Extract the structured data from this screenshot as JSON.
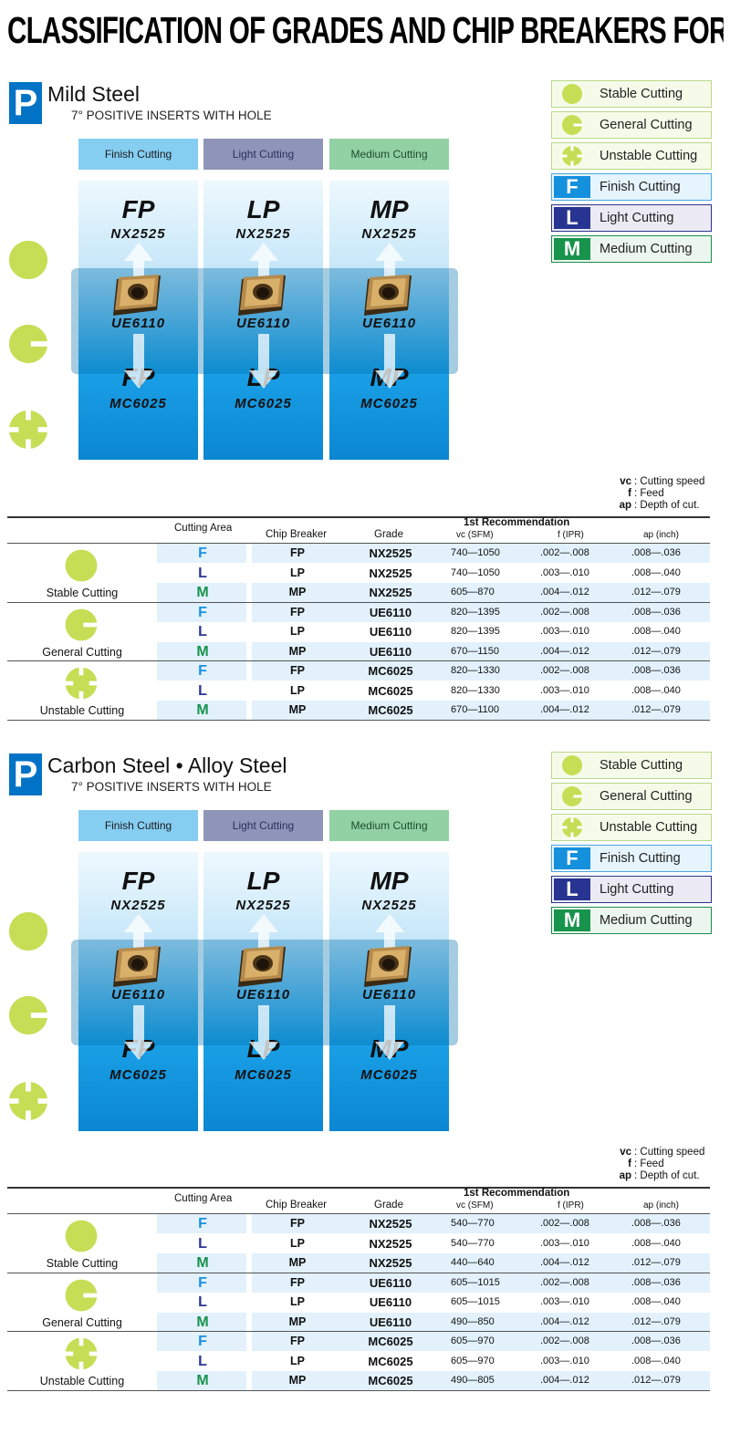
{
  "title": "CLASSIFICATION OF GRADES AND CHIP BREAKERS FOR TURNING",
  "legend": [
    {
      "type": "stable",
      "label": "Stable Cutting"
    },
    {
      "type": "general",
      "label": "General Cutting"
    },
    {
      "type": "unstable",
      "label": "Unstable Cutting"
    },
    {
      "type": "F",
      "letter": "F",
      "label": "Finish Cutting"
    },
    {
      "type": "L",
      "letter": "L",
      "label": "Light Cutting"
    },
    {
      "type": "M",
      "letter": "M",
      "label": "Medium Cutting"
    }
  ],
  "abbreviations": [
    {
      "key": "vc",
      "desc": ": Cutting speed"
    },
    {
      "key": "f",
      "desc": ": Feed"
    },
    {
      "key": "ap",
      "desc": ": Depth of cut."
    }
  ],
  "table_headers": {
    "cutting_area": "Cutting Area",
    "chip_breaker": "Chip Breaker",
    "grade": "Grade",
    "first_rec": "1st Recommendation",
    "vc": "vc (SFM)",
    "f": "f (IPR)",
    "ap": "ap (inch)"
  },
  "column_heads": [
    "Finish Cutting",
    "Light Cutting",
    "Medium Cutting"
  ],
  "sections": [
    {
      "badge": "P",
      "title": "Mild Steel",
      "subtitle": "7° POSITIVE INSERTS WITH HOLE",
      "diagram": {
        "top": [
          {
            "cb": "FP",
            "grade": "NX2525"
          },
          {
            "cb": "LP",
            "grade": "NX2525"
          },
          {
            "cb": "MP",
            "grade": "NX2525"
          }
        ],
        "mid": [
          {
            "cb": "FP",
            "grade": "UE6110"
          },
          {
            "cb": "LP",
            "grade": "UE6110"
          },
          {
            "cb": "MP",
            "grade": "UE6110"
          }
        ],
        "bot": [
          {
            "cb": "FP",
            "grade": "MC6025"
          },
          {
            "cb": "LP",
            "grade": "MC6025"
          },
          {
            "cb": "MP",
            "grade": "MC6025"
          }
        ]
      },
      "groups": [
        {
          "label": "Stable Cutting",
          "icon": "stable",
          "rows": [
            {
              "area": "F",
              "cb": "FP",
              "grade": "NX2525",
              "vc": "740—1050",
              "f": ".002—.008",
              "ap": ".008—.036"
            },
            {
              "area": "L",
              "cb": "LP",
              "grade": "NX2525",
              "vc": "740—1050",
              "f": ".003—.010",
              "ap": ".008—.040"
            },
            {
              "area": "M",
              "cb": "MP",
              "grade": "NX2525",
              "vc": "605—870",
              "f": ".004—.012",
              "ap": ".012—.079"
            }
          ]
        },
        {
          "label": "General Cutting",
          "icon": "general",
          "rows": [
            {
              "area": "F",
              "cb": "FP",
              "grade": "UE6110",
              "vc": "820—1395",
              "f": ".002—.008",
              "ap": ".008—.036"
            },
            {
              "area": "L",
              "cb": "LP",
              "grade": "UE6110",
              "vc": "820—1395",
              "f": ".003—.010",
              "ap": ".008—.040"
            },
            {
              "area": "M",
              "cb": "MP",
              "grade": "UE6110",
              "vc": "670—1150",
              "f": ".004—.012",
              "ap": ".012—.079"
            }
          ]
        },
        {
          "label": "Unstable Cutting",
          "icon": "unstable",
          "rows": [
            {
              "area": "F",
              "cb": "FP",
              "grade": "MC6025",
              "vc": "820—1330",
              "f": ".002—.008",
              "ap": ".008—.036"
            },
            {
              "area": "L",
              "cb": "LP",
              "grade": "MC6025",
              "vc": "820—1330",
              "f": ".003—.010",
              "ap": ".008—.040"
            },
            {
              "area": "M",
              "cb": "MP",
              "grade": "MC6025",
              "vc": "670—1100",
              "f": ".004—.012",
              "ap": ".012—.079"
            }
          ]
        }
      ]
    },
    {
      "badge": "P",
      "title": "Carbon Steel • Alloy Steel",
      "subtitle": "7° POSITIVE INSERTS WITH HOLE",
      "diagram": {
        "top": [
          {
            "cb": "FP",
            "grade": "NX2525"
          },
          {
            "cb": "LP",
            "grade": "NX2525"
          },
          {
            "cb": "MP",
            "grade": "NX2525"
          }
        ],
        "mid": [
          {
            "cb": "FP",
            "grade": "UE6110"
          },
          {
            "cb": "LP",
            "grade": "UE6110"
          },
          {
            "cb": "MP",
            "grade": "UE6110"
          }
        ],
        "bot": [
          {
            "cb": "FP",
            "grade": "MC6025"
          },
          {
            "cb": "LP",
            "grade": "MC6025"
          },
          {
            "cb": "MP",
            "grade": "MC6025"
          }
        ]
      },
      "groups": [
        {
          "label": "Stable Cutting",
          "icon": "stable",
          "rows": [
            {
              "area": "F",
              "cb": "FP",
              "grade": "NX2525",
              "vc": "540—770",
              "f": ".002—.008",
              "ap": ".008—.036"
            },
            {
              "area": "L",
              "cb": "LP",
              "grade": "NX2525",
              "vc": "540—770",
              "f": ".003—.010",
              "ap": ".008—.040"
            },
            {
              "area": "M",
              "cb": "MP",
              "grade": "NX2525",
              "vc": "440—640",
              "f": ".004—.012",
              "ap": ".012—.079"
            }
          ]
        },
        {
          "label": "General Cutting",
          "icon": "general",
          "rows": [
            {
              "area": "F",
              "cb": "FP",
              "grade": "UE6110",
              "vc": "605—1015",
              "f": ".002—.008",
              "ap": ".008—.036"
            },
            {
              "area": "L",
              "cb": "LP",
              "grade": "UE6110",
              "vc": "605—1015",
              "f": ".003—.010",
              "ap": ".008—.040"
            },
            {
              "area": "M",
              "cb": "MP",
              "grade": "UE6110",
              "vc": "490—850",
              "f": ".004—.012",
              "ap": ".012—.079"
            }
          ]
        },
        {
          "label": "Unstable Cutting",
          "icon": "unstable",
          "rows": [
            {
              "area": "F",
              "cb": "FP",
              "grade": "MC6025",
              "vc": "605—970",
              "f": ".002—.008",
              "ap": ".008—.036"
            },
            {
              "area": "L",
              "cb": "LP",
              "grade": "MC6025",
              "vc": "605—970",
              "f": ".003—.010",
              "ap": ".008—.040"
            },
            {
              "area": "M",
              "cb": "MP",
              "grade": "MC6025",
              "vc": "490—805",
              "f": ".004—.012",
              "ap": ".012—.079"
            }
          ]
        }
      ]
    }
  ]
}
